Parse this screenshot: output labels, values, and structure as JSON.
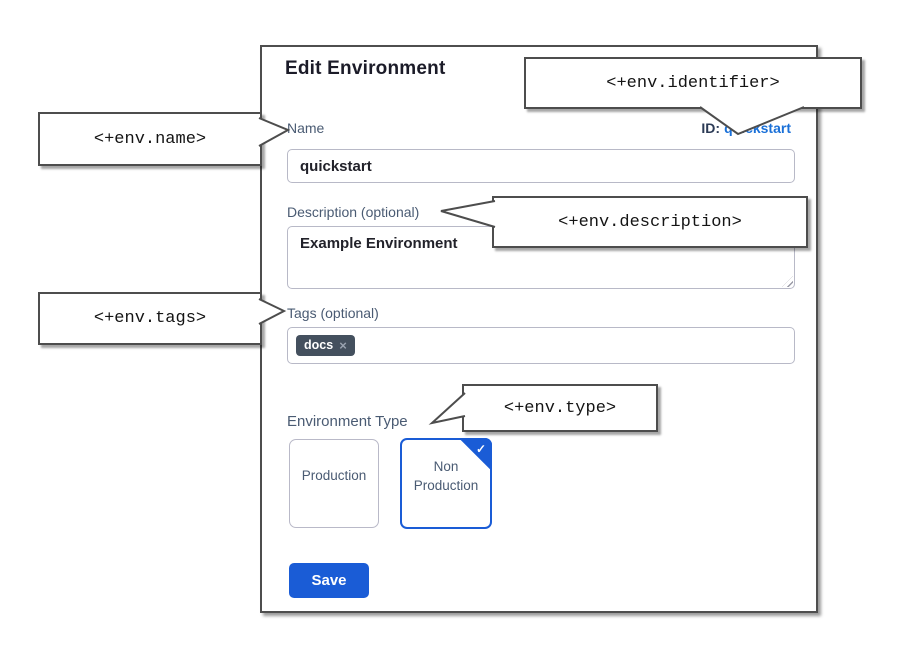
{
  "dialog": {
    "title": "Edit Environment",
    "name": {
      "label": "Name",
      "value": "quickstart"
    },
    "id": {
      "label": "ID:",
      "value": "quickstart"
    },
    "description": {
      "label": "Description (optional)",
      "value": "Example Environment"
    },
    "tags": {
      "label": "Tags (optional)",
      "chip": {
        "label": "docs",
        "remove_icon": "×"
      }
    },
    "type": {
      "label": "Environment Type",
      "options": [
        {
          "label": "Production",
          "selected": false
        },
        {
          "label": "Non Production",
          "selected": true
        }
      ],
      "selected_check_icon": "✓"
    },
    "save_label": "Save"
  },
  "callouts": {
    "identifier": "<+env.identifier>",
    "name": "<+env.name>",
    "description": "<+env.description>",
    "tags": "<+env.tags>",
    "type": "<+env.type>"
  },
  "colors": {
    "accent_blue": "#1a5cd6",
    "link_blue": "#1a70d8",
    "tag_chip_bg": "#44505e",
    "label_slate": "#4a5b73",
    "callout_border": "#4d4d4d"
  }
}
